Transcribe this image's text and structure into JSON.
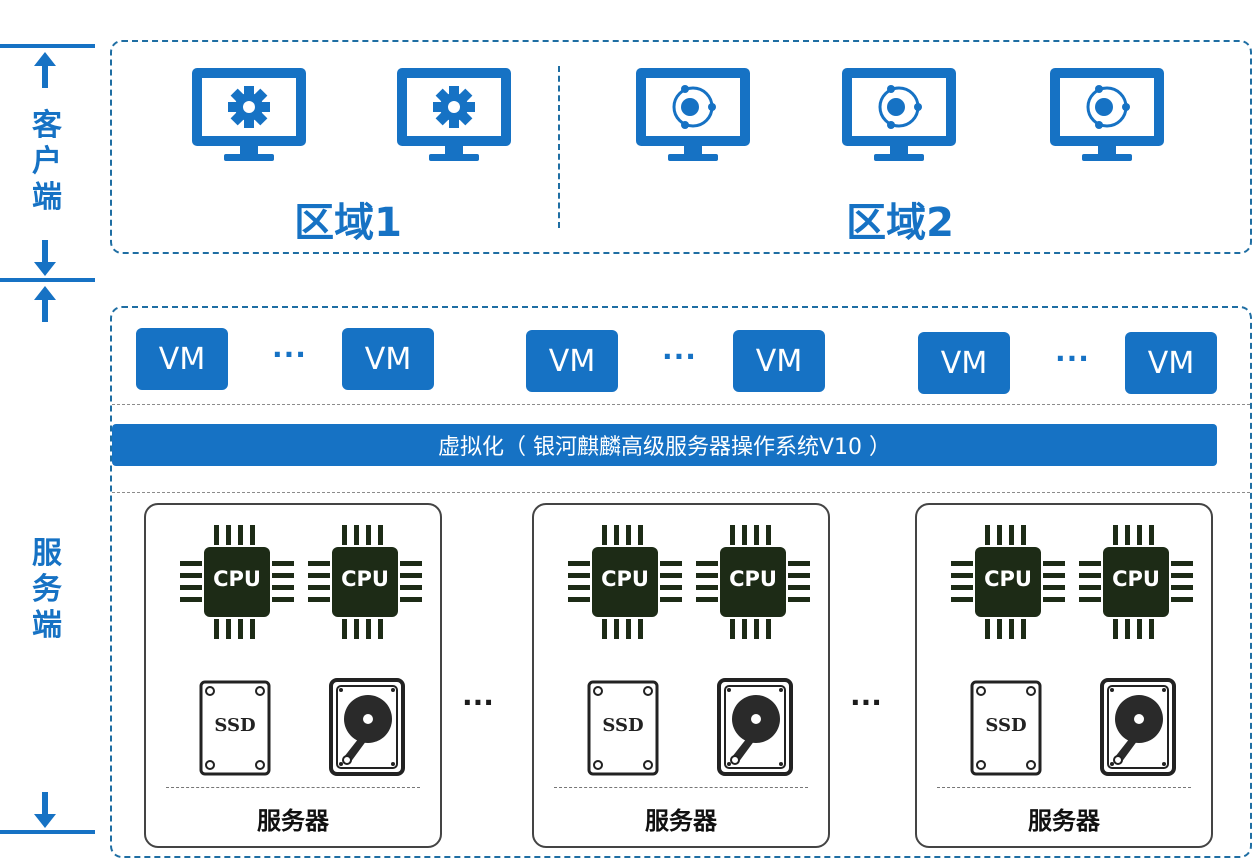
{
  "side_labels": {
    "client": [
      "客",
      "户",
      "端"
    ],
    "server": [
      "服",
      "务",
      "端"
    ]
  },
  "client_area": {
    "regions": [
      {
        "title": "区域1",
        "monitor_icon": "gear-monitor-icon",
        "count": 2
      },
      {
        "title": "区域2",
        "monitor_icon": "orbit-monitor-icon",
        "count": 3
      }
    ]
  },
  "vm_rows": [
    {
      "left_label": "VM",
      "ellipsis": "···",
      "right_label": "VM"
    },
    {
      "left_label": "VM",
      "ellipsis": "···",
      "right_label": "VM"
    },
    {
      "left_label": "VM",
      "ellipsis": "···",
      "right_label": "VM"
    }
  ],
  "virtualization_bar": "虚拟化（ 银河麒麟高级服务器操作系统V10 ）",
  "servers": [
    {
      "label": "服务器",
      "cpu_label": "CPU",
      "ssd_label": "SSD"
    },
    {
      "label": "服务器",
      "cpu_label": "CPU",
      "ssd_label": "SSD"
    },
    {
      "label": "服务器",
      "cpu_label": "CPU",
      "ssd_label": "SSD"
    }
  ],
  "server_ellipsis": "···",
  "colors": {
    "accent": "#1672c4",
    "chip": "#1d2b16"
  }
}
